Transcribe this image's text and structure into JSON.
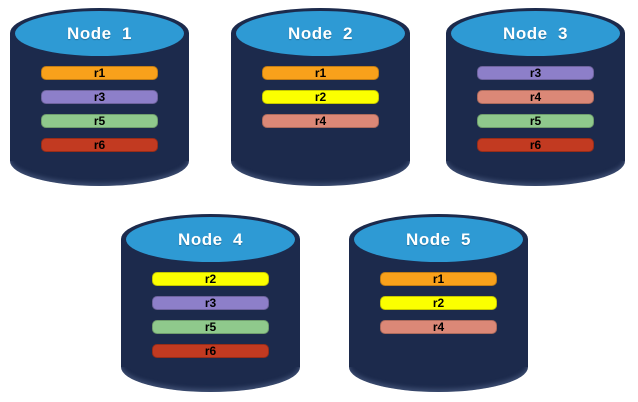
{
  "canvas": {
    "background": "#ffffff"
  },
  "palette": {
    "cylinder_body": "#1C2A4C",
    "cylinder_top_face": "#2E9AD4",
    "title_color": "#FFFFFF",
    "bar_text_color": "#000000"
  },
  "replica_colors": {
    "r1": "#F9A11B",
    "r2": "#FBFF00",
    "r3": "#8D7FC9",
    "r4": "#DB8877",
    "r5": "#8FC98C",
    "r6": "#C23A21"
  },
  "nodes": [
    {
      "title": "Node  1",
      "replicas": [
        "r1",
        "r3",
        "r5",
        "r6"
      ]
    },
    {
      "title": "Node  2",
      "replicas": [
        "r1",
        "r2",
        "r4"
      ]
    },
    {
      "title": "Node  3",
      "replicas": [
        "r3",
        "r4",
        "r5",
        "r6"
      ]
    },
    {
      "title": "Node  4",
      "replicas": [
        "r2",
        "r3",
        "r5",
        "r6"
      ]
    },
    {
      "title": "Node  5",
      "replicas": [
        "r1",
        "r2",
        "r4"
      ]
    }
  ]
}
